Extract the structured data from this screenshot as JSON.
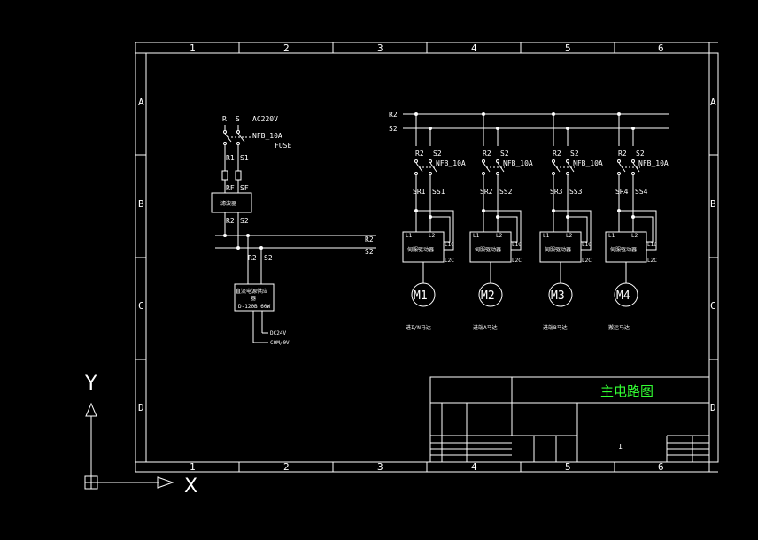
{
  "drawing": {
    "title_block": {
      "title": "主电路图",
      "sheet": "1"
    },
    "column_labels": [
      "1",
      "2",
      "3",
      "4",
      "5",
      "6"
    ],
    "row_labels": [
      "A",
      "B",
      "C",
      "D"
    ],
    "ucs": {
      "y_label": "Y",
      "x_label": "X"
    }
  },
  "left_circuit": {
    "phases": [
      "R",
      "S"
    ],
    "supply_voltage": "AC220V",
    "breaker": "NFB_10A",
    "fuse": "FUSE",
    "fuse_outputs": [
      "R1",
      "S1"
    ],
    "filter_terminals": [
      "RF",
      "SF"
    ],
    "filter_name": "滤波器",
    "filter_outputs": [
      "R2",
      "S2"
    ],
    "bus": [
      "R2",
      "S2"
    ],
    "psu_inputs": [
      "R2",
      "S2"
    ],
    "psu_name_line1": "直流电源供应",
    "psu_name_line2": "器",
    "psu_spec": "D-120B 60W",
    "psu_outputs": [
      "DC24V",
      "COM/0V"
    ]
  },
  "main_bus": [
    "R2",
    "S2"
  ],
  "drives": [
    {
      "breaker_in": [
        "R2",
        "S2"
      ],
      "breaker": "NFB_10A",
      "out": [
        "SR1",
        "SS1"
      ],
      "drive_name": "伺服驱动器",
      "terminals": [
        "L1",
        "L2",
        "L1C",
        "L2C"
      ],
      "motor": "M1",
      "motor_name": "进I/N马达"
    },
    {
      "breaker_in": [
        "R2",
        "S2"
      ],
      "breaker": "NFB_10A",
      "out": [
        "SR2",
        "SS2"
      ],
      "drive_name": "伺服驱动器",
      "terminals": [
        "L1",
        "L2",
        "L1C",
        "L2C"
      ],
      "motor": "M2",
      "motor_name": "进端A马达"
    },
    {
      "breaker_in": [
        "R2",
        "S2"
      ],
      "breaker": "NFB_10A",
      "out": [
        "SR3",
        "SS3"
      ],
      "drive_name": "伺服驱动器",
      "terminals": [
        "L1",
        "L2",
        "L1C",
        "L2C"
      ],
      "motor": "M3",
      "motor_name": "进端B马达"
    },
    {
      "breaker_in": [
        "R2",
        "S2"
      ],
      "breaker": "NFB_10A",
      "out": [
        "SR4",
        "SS4"
      ],
      "drive_name": "伺服驱动器",
      "terminals": [
        "L1",
        "L2",
        "L1C",
        "L2C"
      ],
      "motor": "M4",
      "motor_name": "搬运马达"
    }
  ],
  "colors": {
    "background": "#000000",
    "line": "#ffffff",
    "title": "#33ff33"
  }
}
